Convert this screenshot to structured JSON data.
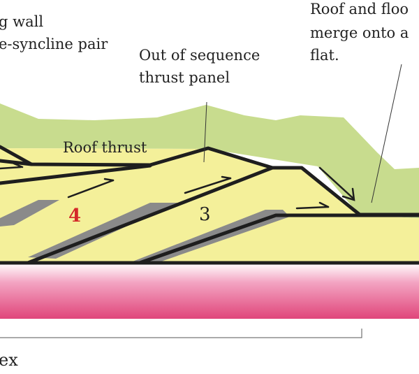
{
  "labels": {
    "top_left_line1": "g wall",
    "top_left_line2": "e-syncline pair",
    "out_of_sequence_line1": "Out of sequence",
    "out_of_sequence_line2": "thrust panel",
    "top_right_line1": "Roof and floo",
    "top_right_line2": "merge onto a",
    "top_right_line3": "flat.",
    "roof_thrust": "Roof thrust",
    "panel_4": "4",
    "panel_3": "3",
    "bottom_left": "ex"
  },
  "colors": {
    "overburden_green": "#c8dc8e",
    "thrust_sheet_yellow": "#f4f09a",
    "ramp_grey": "#8a8a8a",
    "fault_black": "#1e1e1e",
    "basement_pink": "#e0457a",
    "panel_4_red": "#d42a2a"
  }
}
